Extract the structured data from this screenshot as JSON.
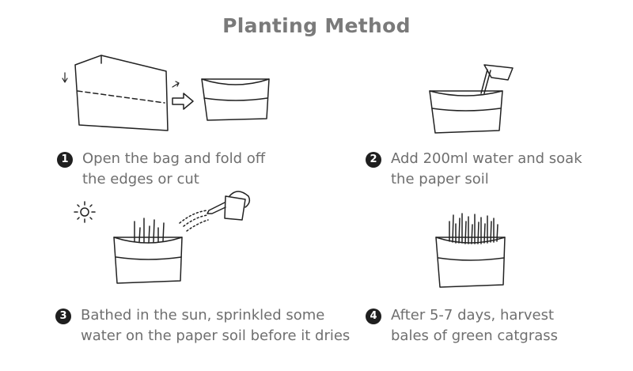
{
  "title": "Planting Method",
  "steps": [
    {
      "number": "1",
      "lines": [
        "Open the bag and fold off",
        "the edges or cut"
      ]
    },
    {
      "number": "2",
      "lines": [
        "Add 200ml water and soak",
        "the paper soil"
      ]
    },
    {
      "number": "3",
      "lines": [
        "Bathed in the sun, sprinkled some",
        "water on the paper soil before it dries"
      ]
    },
    {
      "number": "4",
      "lines": [
        "After 5-7 days, harvest",
        "bales of green catgrass"
      ]
    }
  ]
}
